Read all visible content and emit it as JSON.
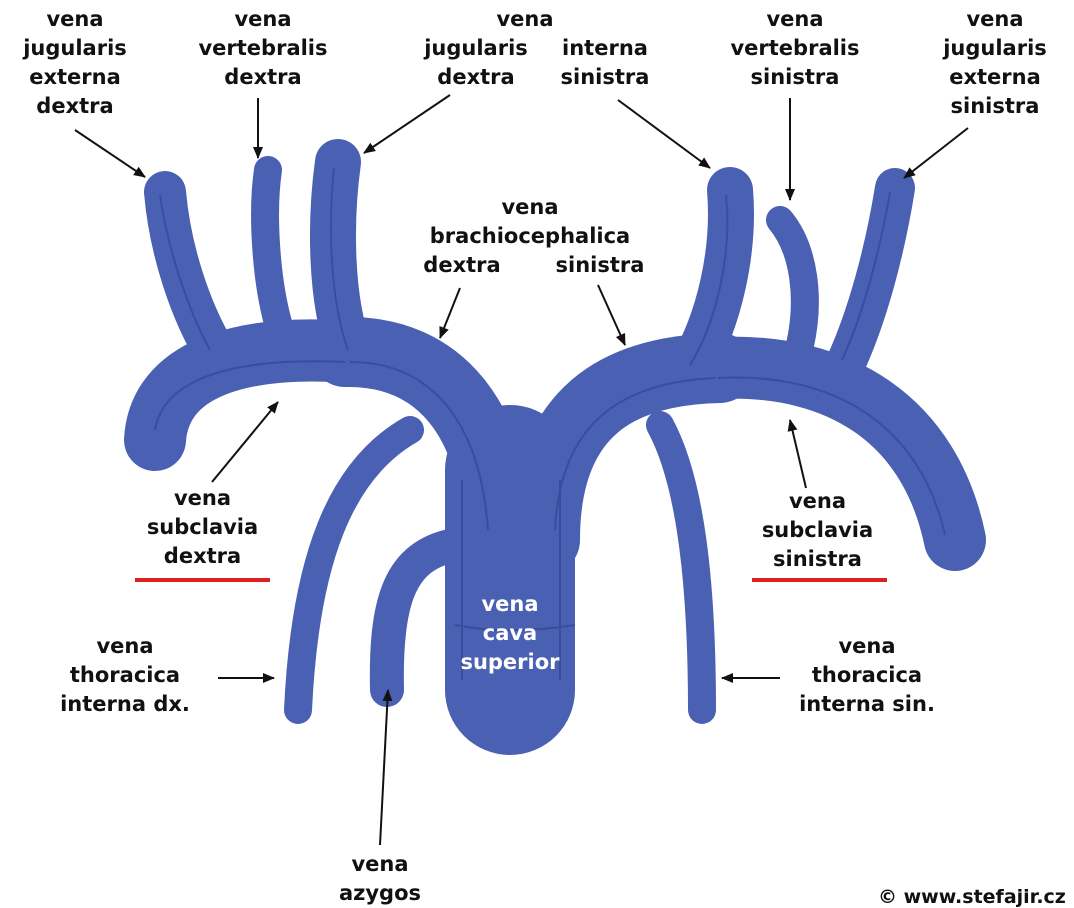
{
  "colors": {
    "vein": "#4a60b3",
    "vein_dark": "#2d3f8c",
    "vein_light": "#6678c4",
    "underline": "#e02020",
    "arrow": "#111111"
  },
  "labels": {
    "vjed": [
      "vena",
      "jugularis",
      "externa",
      "dextra"
    ],
    "vvd": [
      "vena",
      "vertebralis",
      "dextra"
    ],
    "vena_top": "vena",
    "jugularis_dextra": [
      "jugularis",
      "dextra"
    ],
    "interna_sinistra": [
      "interna",
      "sinistra"
    ],
    "vvs": [
      "vena",
      "vertebralis",
      "sinistra"
    ],
    "vjes": [
      "vena",
      "jugularis",
      "externa",
      "sinistra"
    ],
    "brachio": [
      "vena",
      "brachiocephalica"
    ],
    "brachio_dextra": "dextra",
    "brachio_sinistra": "sinistra",
    "vsd": [
      "vena",
      "subclavia",
      "dextra"
    ],
    "vss": [
      "vena",
      "subclavia",
      "sinistra"
    ],
    "vcs": [
      "vena",
      "cava",
      "superior"
    ],
    "vtid": [
      "vena",
      "thoracica",
      "interna dx."
    ],
    "vtis": [
      "vena",
      "thoracica",
      "interna sin."
    ],
    "azygos": [
      "vena",
      "azygos"
    ]
  },
  "copyright": "© www.stefajir.cz"
}
